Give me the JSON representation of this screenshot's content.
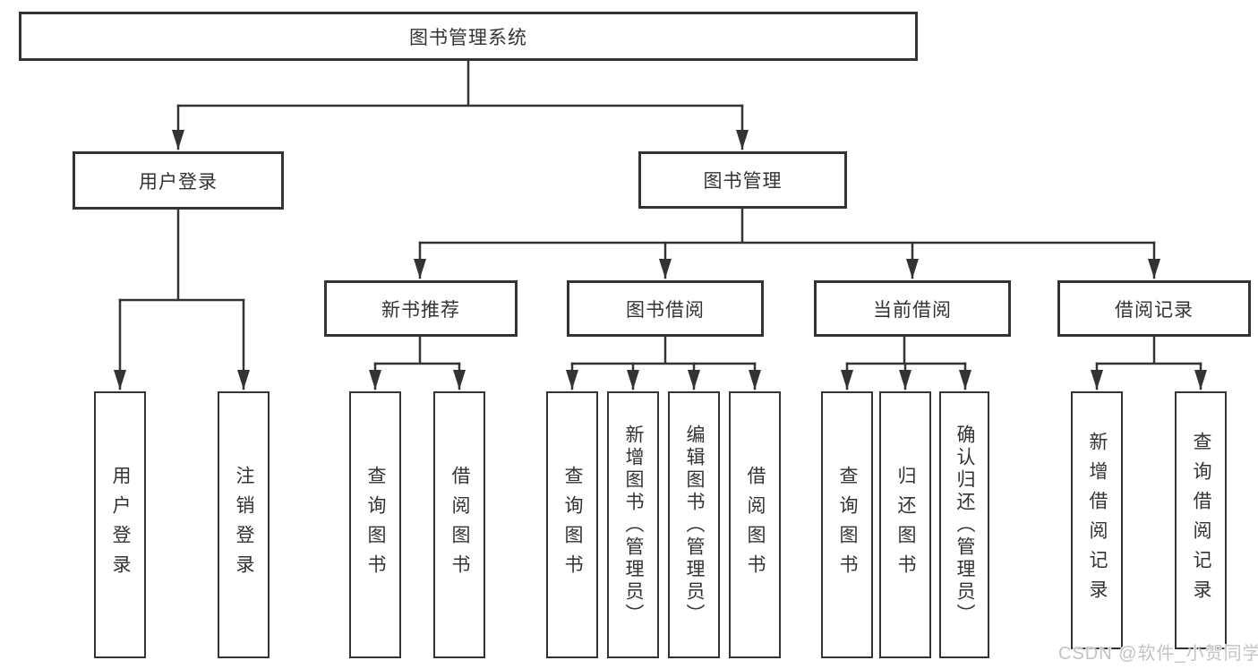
{
  "colors": {
    "line": "#333333",
    "box_border": "#333333",
    "box_fill": "#ffffff",
    "text": "#333333",
    "background": "#ffffff",
    "watermark_text": "#c3c3c3"
  },
  "watermark": {
    "text": "CSDN @软件_小贺同学"
  },
  "tree": {
    "label": "图书管理系统",
    "children": [
      {
        "label": "用户登录",
        "children": [
          {
            "label": "用户登录"
          },
          {
            "label": "注销登录"
          }
        ]
      },
      {
        "label": "图书管理",
        "children": [
          {
            "label": "新书推荐",
            "children": [
              {
                "label": "查询图书"
              },
              {
                "label": "借阅图书"
              }
            ]
          },
          {
            "label": "图书借阅",
            "children": [
              {
                "label": "查询图书"
              },
              {
                "label": "新增图书（管理员）"
              },
              {
                "label": "编辑图书（管理员）"
              },
              {
                "label": "借阅图书"
              }
            ]
          },
          {
            "label": "当前借阅",
            "children": [
              {
                "label": "查询图书"
              },
              {
                "label": "归还图书"
              },
              {
                "label": "确认归还（管理员）"
              }
            ]
          },
          {
            "label": "借阅记录",
            "children": [
              {
                "label": "新增借阅记录"
              },
              {
                "label": "查询借阅记录"
              }
            ]
          }
        ]
      }
    ]
  }
}
